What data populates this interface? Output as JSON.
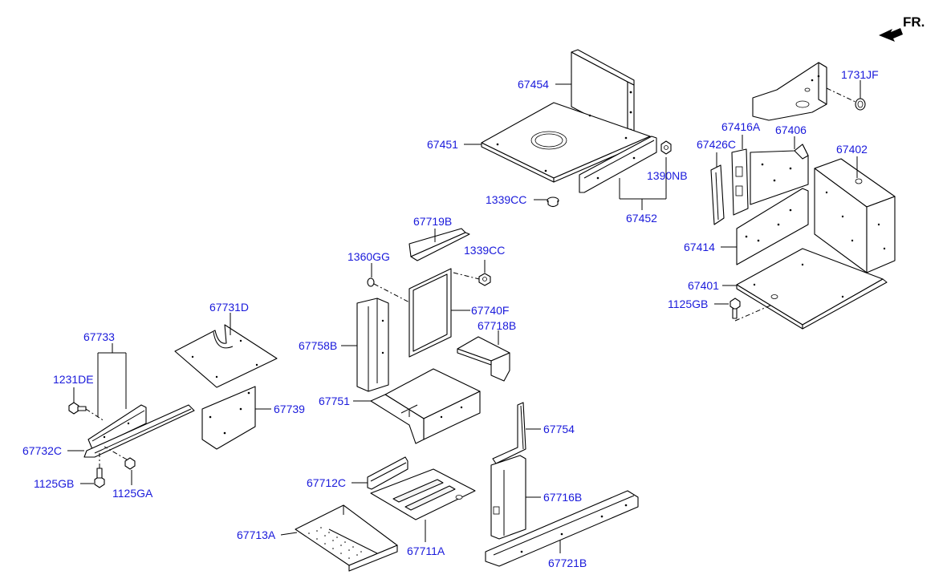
{
  "orientation": {
    "label": "FR.",
    "icon": "front-direction-arrow-icon"
  },
  "labels": {
    "p67454": "67454",
    "p67451": "67451",
    "p1339CC_top": "1339CC",
    "p1390NB": "1390NB",
    "p67452": "67452",
    "p1731JF": "1731JF",
    "p67416A": "67416A",
    "p67406": "67406",
    "p67426C": "67426C",
    "p67402": "67402",
    "p67414": "67414",
    "p67401": "67401",
    "p1125GB_right": "1125GB",
    "p67719B": "67719B",
    "p1360GG": "1360GG",
    "p1339CC_mid": "1339CC",
    "p67731D": "67731D",
    "p67740F": "67740F",
    "p67718B": "67718B",
    "p67758B": "67758B",
    "p67733": "67733",
    "p1231DE": "1231DE",
    "p67751": "67751",
    "p67739": "67739",
    "p67754": "67754",
    "p67732C": "67732C",
    "p1125GB_left": "1125GB",
    "p1125GA": "1125GA",
    "p67712C": "67712C",
    "p67716B": "67716B",
    "p67713A": "67713A",
    "p67711A": "67711A",
    "p67721B": "67721B"
  }
}
